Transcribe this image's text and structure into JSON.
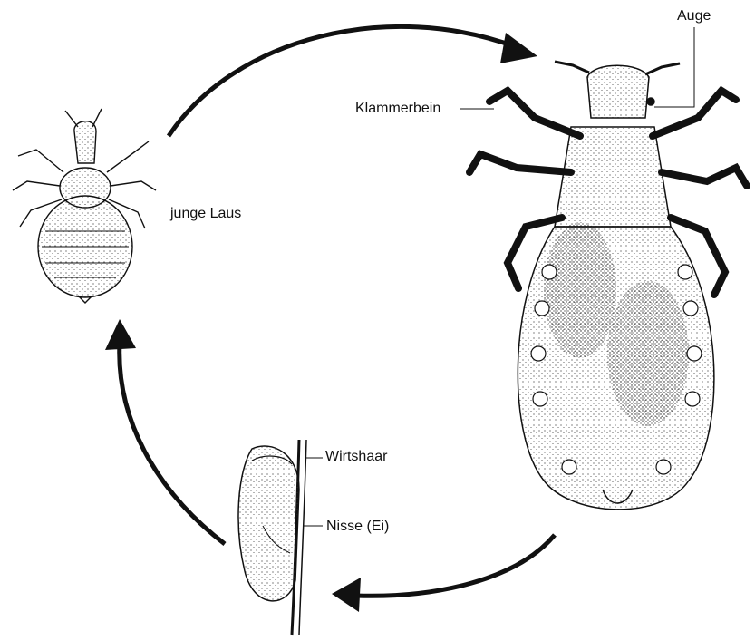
{
  "labels": {
    "auge": "Auge",
    "klammerbein": "Klammerbein",
    "junge_laus": "junge Laus",
    "wirtshaar": "Wirtshaar",
    "nisse": "Nisse (Ei)"
  },
  "colors": {
    "ink": "#111111",
    "background": "#ffffff"
  }
}
